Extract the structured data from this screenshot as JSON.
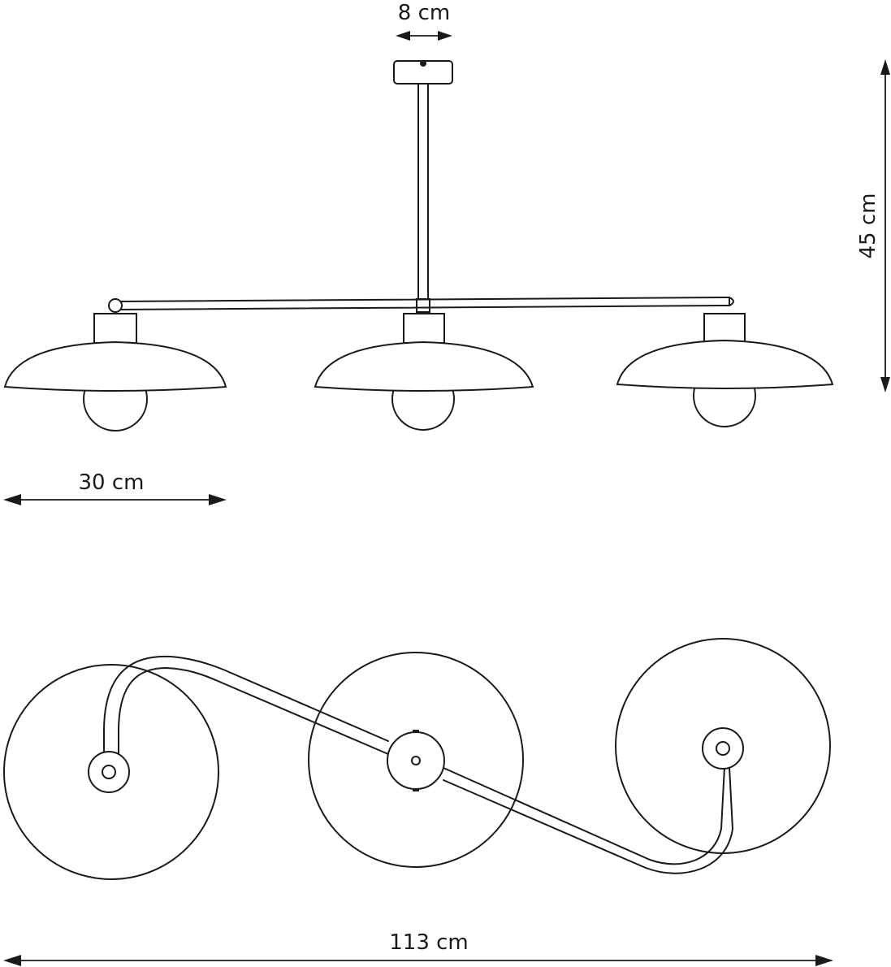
{
  "dimensions": {
    "canopy_width": "8 cm",
    "height": "45 cm",
    "shade_diameter": "30 cm",
    "total_length": "113 cm"
  },
  "views": {
    "front": {
      "lamps": 3
    },
    "top": {
      "lamps": 3
    }
  }
}
